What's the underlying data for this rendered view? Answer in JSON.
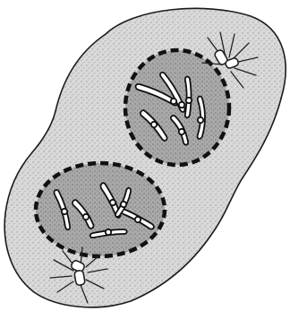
{
  "figure": {
    "colors": {
      "background": "#ffffff",
      "cytoplasm": "#d6d6d6",
      "cell_outline": "#1a1a1a",
      "nucleus_fill": "#a8a8a8",
      "nucleus_envelope": "#111111",
      "chromosome_fill": "#ffffff",
      "chromosome_stroke": "#111111",
      "centrosome_stroke": "#222222"
    },
    "parts": [
      "cell-membrane",
      "upper-nucleus",
      "lower-nucleus",
      "chromosomes",
      "upper-centrosome",
      "lower-centrosome"
    ]
  }
}
